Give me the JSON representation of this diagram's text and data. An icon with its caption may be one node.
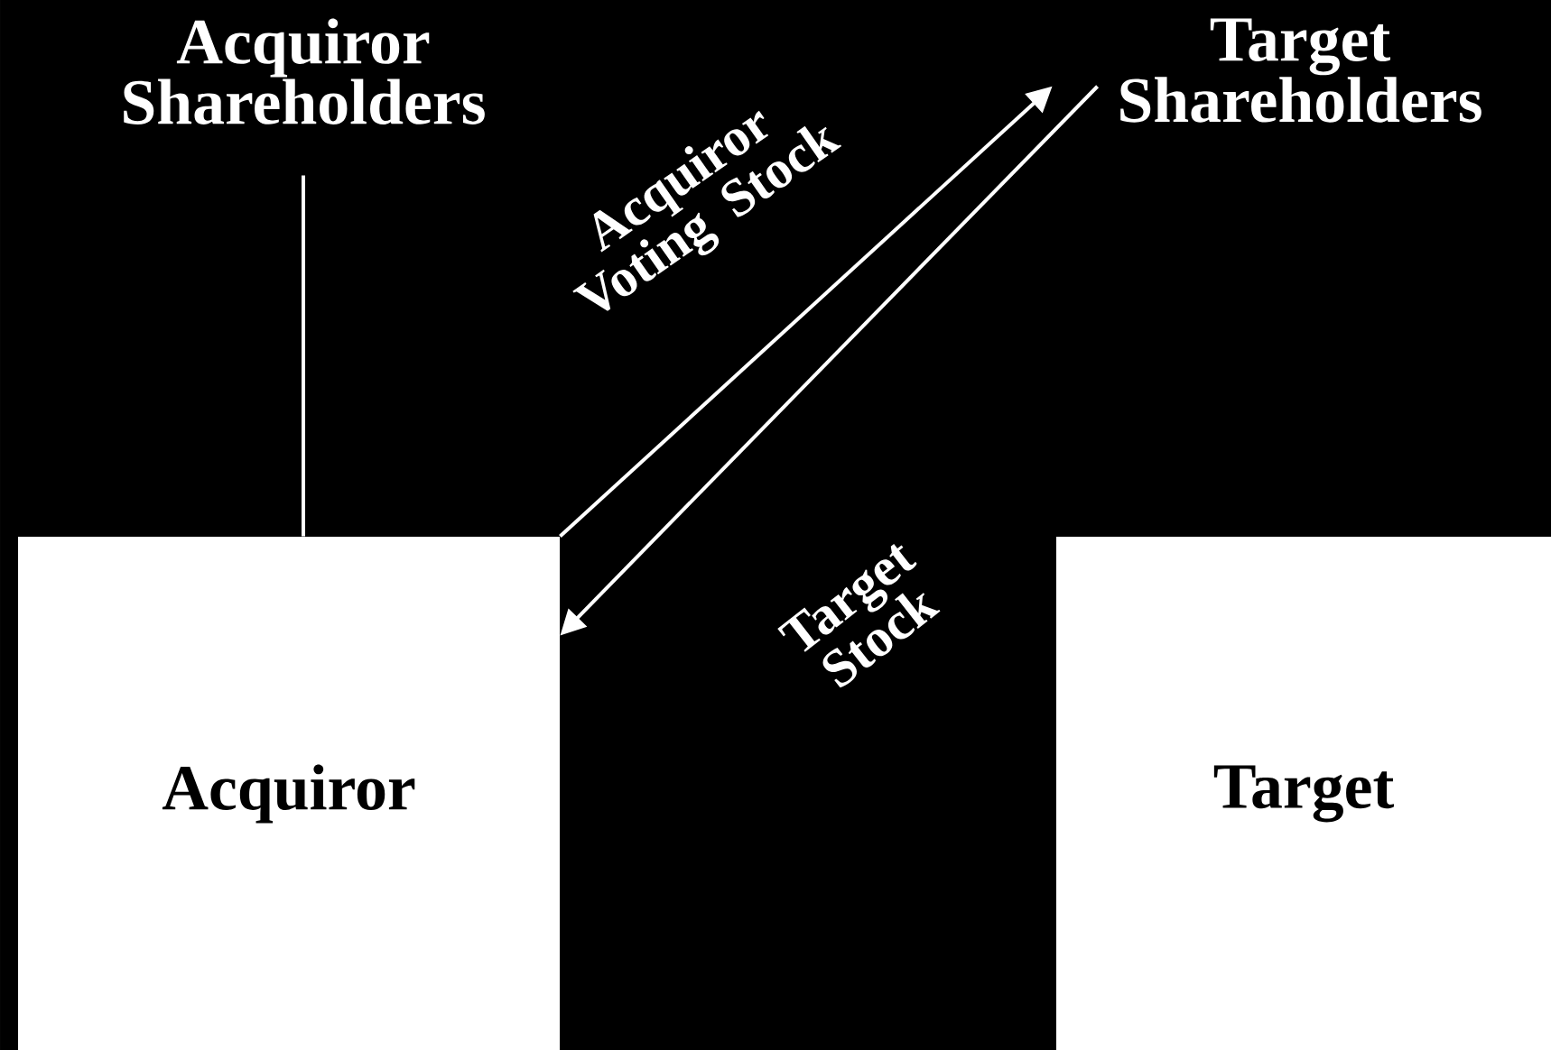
{
  "diagram": {
    "nodes": [
      {
        "text": [
          "Acquiror Shareholders"
        ]
      },
      {
        "text": [
          "Target Shareholders"
        ]
      },
      {
        "text": [
          "Acquiror"
        ]
      },
      {
        "text": [
          "Target"
        ]
      }
    ],
    "edges": [
      {
        "from": 0,
        "to": 2,
        "arrow": "none"
      },
      {
        "from": 2,
        "to": 1,
        "arrow": "to",
        "label": "Acquiror Voting Stock"
      },
      {
        "from": 1,
        "to": 2,
        "arrow": "to",
        "label": "Target Stock"
      }
    ]
  }
}
